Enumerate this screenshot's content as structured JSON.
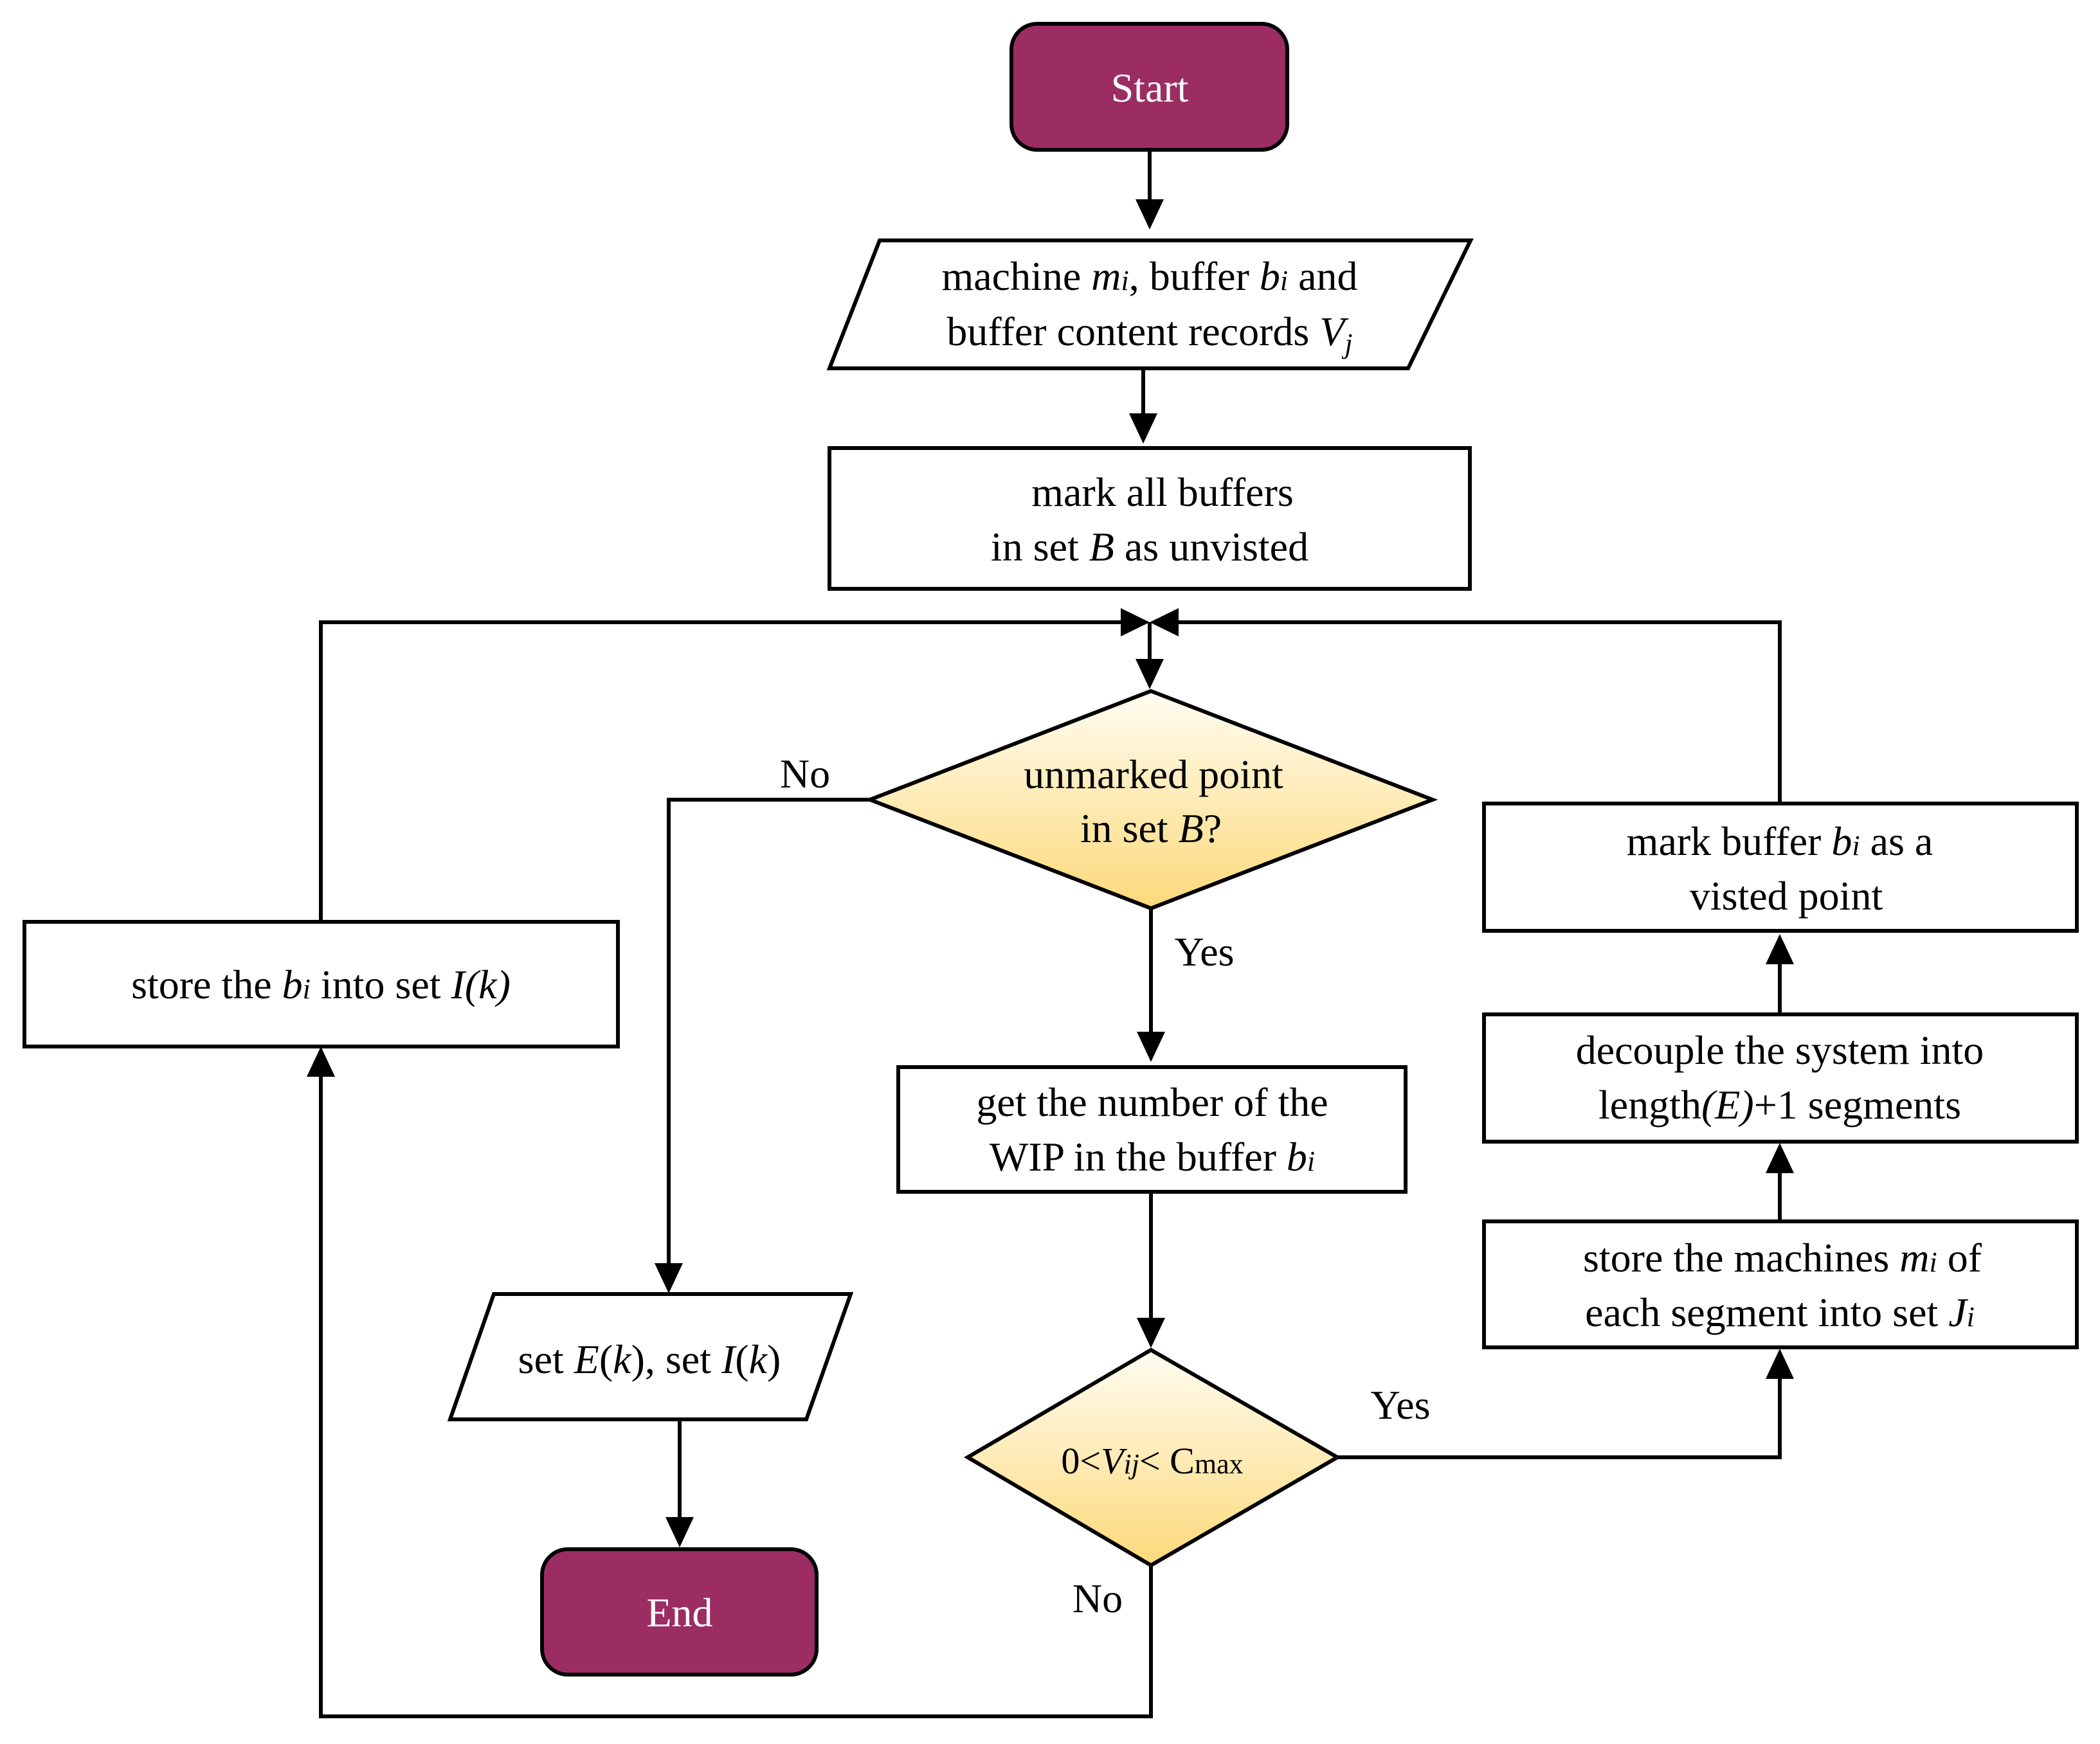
{
  "colors": {
    "terminal_fill": "#9b2d63",
    "terminal_text": "#ffffff",
    "decision_top": "#fffdf2",
    "decision_bottom": "#fcd97a",
    "stroke": "#000000",
    "background": "#ffffff"
  },
  "nodes": {
    "start": {
      "label": "Start"
    },
    "input": {
      "line1": {
        "a": "machine ",
        "b": "m",
        "c": "i",
        "d": ", buffer ",
        "e": "b",
        "f": "i",
        "g": " and"
      },
      "line2": {
        "a": "buffer content records ",
        "b": "V",
        "c": "j"
      }
    },
    "mark_all": {
      "line1": "mark all buffers",
      "line2": {
        "a": "in set ",
        "b": "B",
        "c": " as unvisted"
      }
    },
    "decision_unmarked": {
      "line1": "unmarked point",
      "line2": {
        "a": "in set ",
        "b": "B",
        "c": "?"
      }
    },
    "get_wip": {
      "line1": "get the number of the",
      "line2": {
        "a": "WIP in the buffer ",
        "b": "b",
        "c": "i"
      }
    },
    "decision_cap": {
      "a": "0<",
      "b": "V",
      "c": "ij",
      "d": "< C",
      "e": "max"
    },
    "store_bi": {
      "a": "store the ",
      "b": "b",
      "c": "i",
      "d": " into set ",
      "e": "I(k)"
    },
    "output": {
      "a": "set ",
      "b": "E",
      "c": "(",
      "d": "k",
      "e": "), set ",
      "f": "I",
      "g": "(",
      "h": "k",
      "i": ")"
    },
    "end": {
      "label": "End"
    },
    "store_machines": {
      "line1": {
        "a": "store the machines ",
        "b": "m",
        "c": "i",
        "d": " of"
      },
      "line2": {
        "a": "each segment into set ",
        "b": "J",
        "c": "i"
      }
    },
    "decouple": {
      "line1": "decouple the system into",
      "line2": {
        "a": "length",
        "b": "(E)",
        "c": "+1 segments"
      }
    },
    "mark_visited": {
      "line1": {
        "a": "mark buffer ",
        "b": "b",
        "c": "i",
        "d": " as a"
      },
      "line2": "visted point"
    }
  },
  "edge_labels": {
    "unmarked_no": "No",
    "unmarked_yes": "Yes",
    "cap_yes": "Yes",
    "cap_no": "No"
  }
}
